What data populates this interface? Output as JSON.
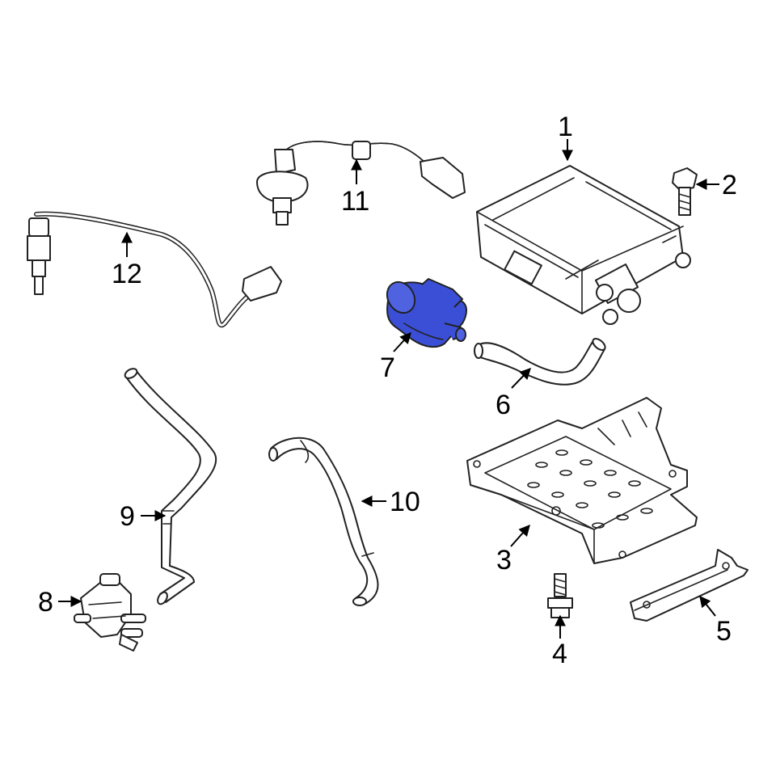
{
  "colors": {
    "highlight": "#3a4fd6",
    "line": "#222222",
    "background": "#ffffff"
  },
  "callouts": [
    {
      "id": "1",
      "label": "1",
      "part": "vapor-canister"
    },
    {
      "id": "2",
      "label": "2",
      "part": "canister-bolt"
    },
    {
      "id": "3",
      "label": "3",
      "part": "mounting-bracket"
    },
    {
      "id": "4",
      "label": "4",
      "part": "bracket-bolt"
    },
    {
      "id": "5",
      "label": "5",
      "part": "support-plate"
    },
    {
      "id": "6",
      "label": "6",
      "part": "canister-hose"
    },
    {
      "id": "7",
      "label": "7",
      "part": "vent-filter"
    },
    {
      "id": "8",
      "label": "8",
      "part": "purge-valve"
    },
    {
      "id": "9",
      "label": "9",
      "part": "vapor-hose"
    },
    {
      "id": "10",
      "label": "10",
      "part": "purge-hose"
    },
    {
      "id": "11",
      "label": "11",
      "part": "rear-oxygen-sensor"
    },
    {
      "id": "12",
      "label": "12",
      "part": "front-oxygen-sensor"
    }
  ]
}
